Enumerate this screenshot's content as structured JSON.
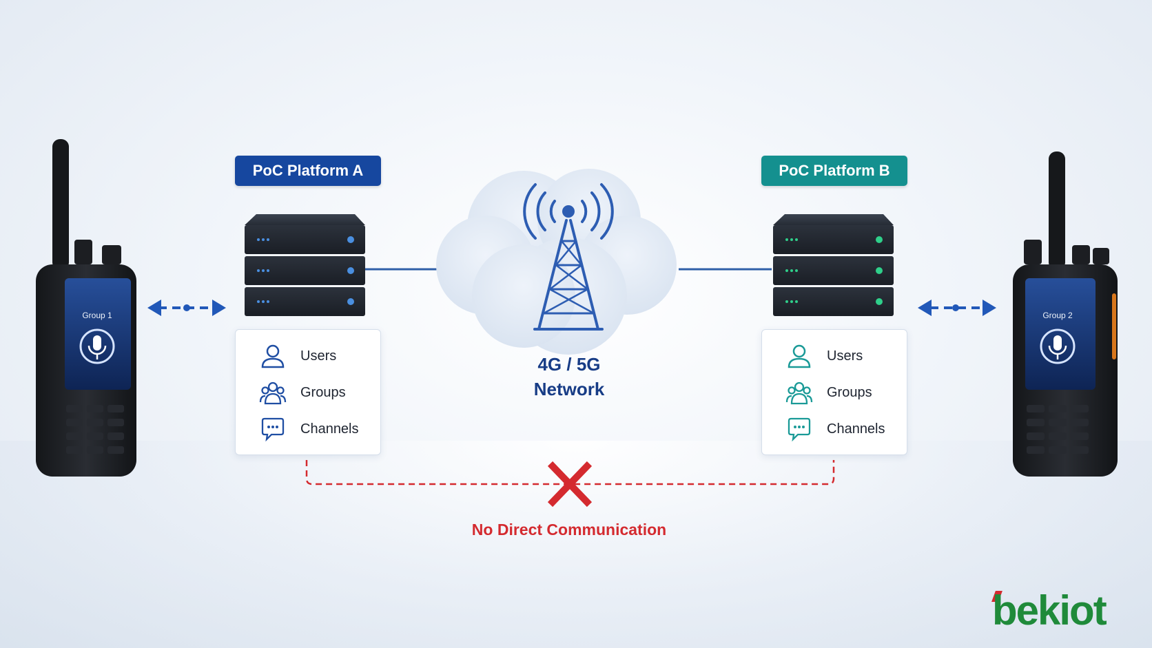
{
  "platform_a": {
    "title": "PoC Platform A",
    "items": [
      {
        "label": "Users",
        "icon": "user-icon"
      },
      {
        "label": "Groups",
        "icon": "group-icon"
      },
      {
        "label": "Channels",
        "icon": "chat-bubble-icon"
      }
    ],
    "color": "#16479f"
  },
  "platform_b": {
    "title": "PoC Platform B",
    "items": [
      {
        "label": "Users",
        "icon": "user-icon"
      },
      {
        "label": "Groups",
        "icon": "group-icon"
      },
      {
        "label": "Channels",
        "icon": "chat-bubble-icon"
      }
    ],
    "color": "#14908f"
  },
  "network": {
    "line1": "4G / 5G",
    "line2": "Network",
    "icon": "cell-tower-icon"
  },
  "radio_left": {
    "screen_label": "Group 1",
    "icon": "microphone-icon"
  },
  "radio_right": {
    "screen_label": "Group 2",
    "icon": "microphone-icon"
  },
  "no_direct": {
    "label": "No Direct Communication",
    "icon": "red-x-icon",
    "color": "#d42a2f"
  },
  "brand": {
    "logo": "bekiot",
    "color": "#1f8a3a"
  }
}
